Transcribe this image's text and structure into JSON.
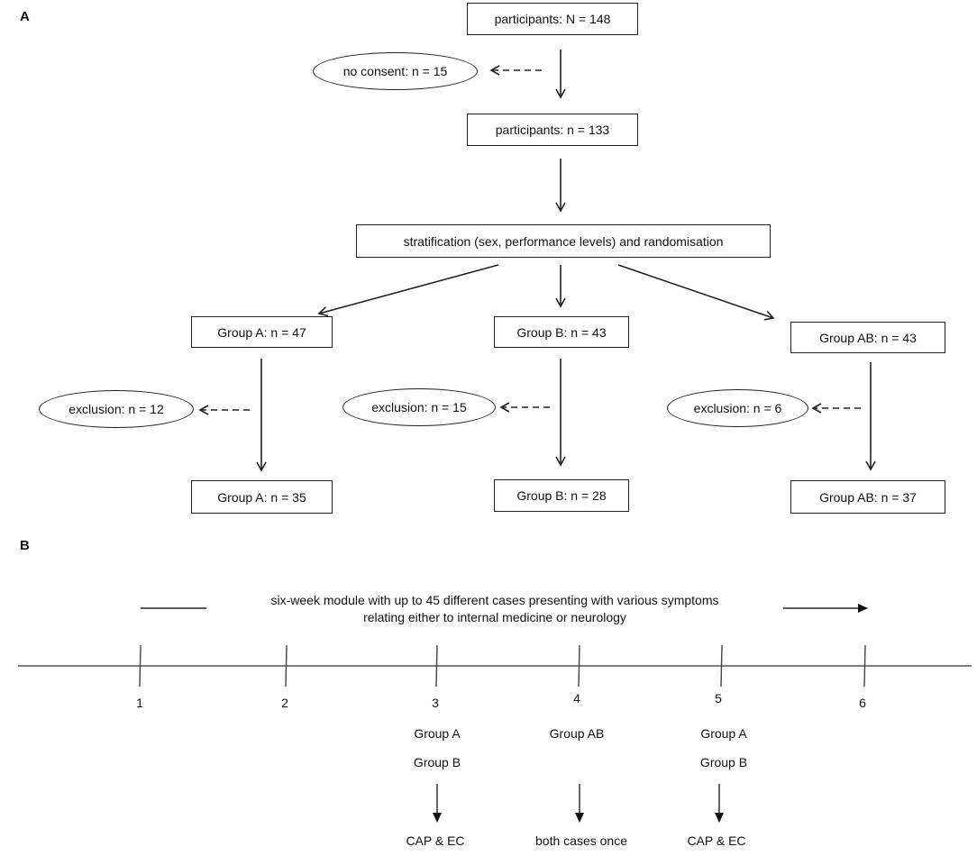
{
  "panel_a": {
    "label": "A",
    "participants_total": "participants: N = 148",
    "no_consent": "no consent: n = 15",
    "participants_after": "participants: n = 133",
    "stratification": "stratification (sex, performance levels) and randomisation",
    "groups": [
      {
        "start": "Group A: n = 47",
        "exclusion": "exclusion: n = 12",
        "end": "Group A: n = 35"
      },
      {
        "start": "Group B: n = 43",
        "exclusion": "exclusion: n = 15",
        "end": "Group B: n = 28"
      },
      {
        "start": "Group AB: n = 43",
        "exclusion": "exclusion: n = 6",
        "end": "Group AB: n = 37"
      }
    ]
  },
  "panel_b": {
    "label": "B",
    "module_text_line1": "six-week module with up to 45 different cases presenting with various symptoms",
    "module_text_line2": "relating either to internal medicine or neurology",
    "weeks": [
      "1",
      "2",
      "3",
      "4",
      "5",
      "6"
    ],
    "week3": {
      "groups": [
        "Group A",
        "Group B"
      ],
      "outcome": "CAP & EC"
    },
    "week4": {
      "groups": [
        "Group AB"
      ],
      "outcome": "both cases once"
    },
    "week5": {
      "groups": [
        "Group A",
        "Group B"
      ],
      "outcome": "CAP & EC"
    }
  }
}
